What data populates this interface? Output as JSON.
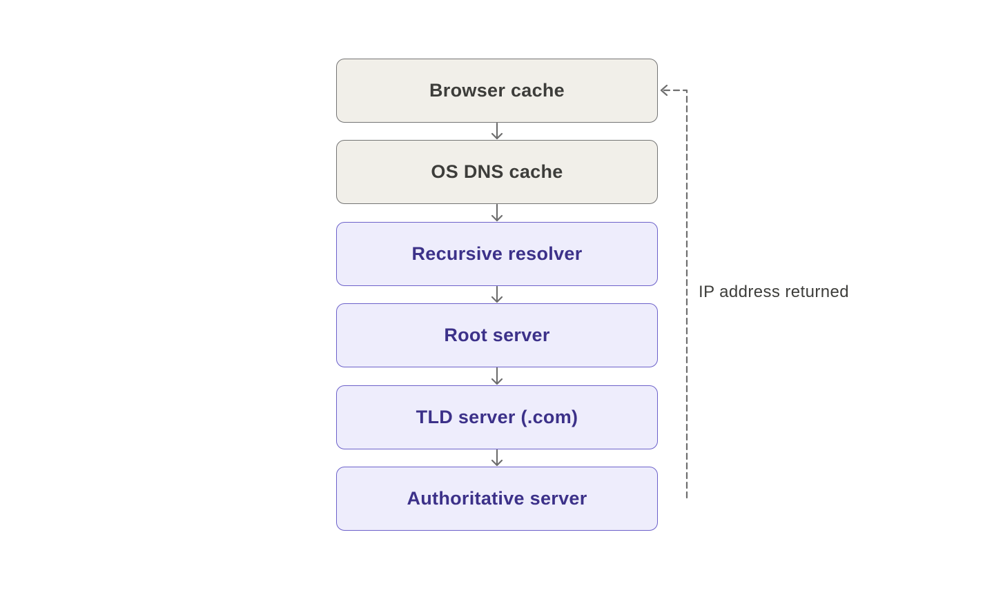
{
  "diagram": {
    "steps": [
      {
        "label": "Browser cache",
        "kind": "local"
      },
      {
        "label": "OS DNS cache",
        "kind": "local"
      },
      {
        "label": "Recursive resolver",
        "kind": "remote"
      },
      {
        "label": "Root server",
        "kind": "remote"
      },
      {
        "label": "TLD server (.com)",
        "kind": "remote"
      },
      {
        "label": "Authoritative server",
        "kind": "remote"
      }
    ],
    "return_label": "IP address returned",
    "colors": {
      "local_fill": "#f1efe9",
      "local_border": "#737373",
      "local_text": "#3d3d3a",
      "remote_fill": "#eeedfc",
      "remote_border": "#6b60c9",
      "remote_text": "#3c3189",
      "arrow": "#6e6e6e"
    }
  }
}
